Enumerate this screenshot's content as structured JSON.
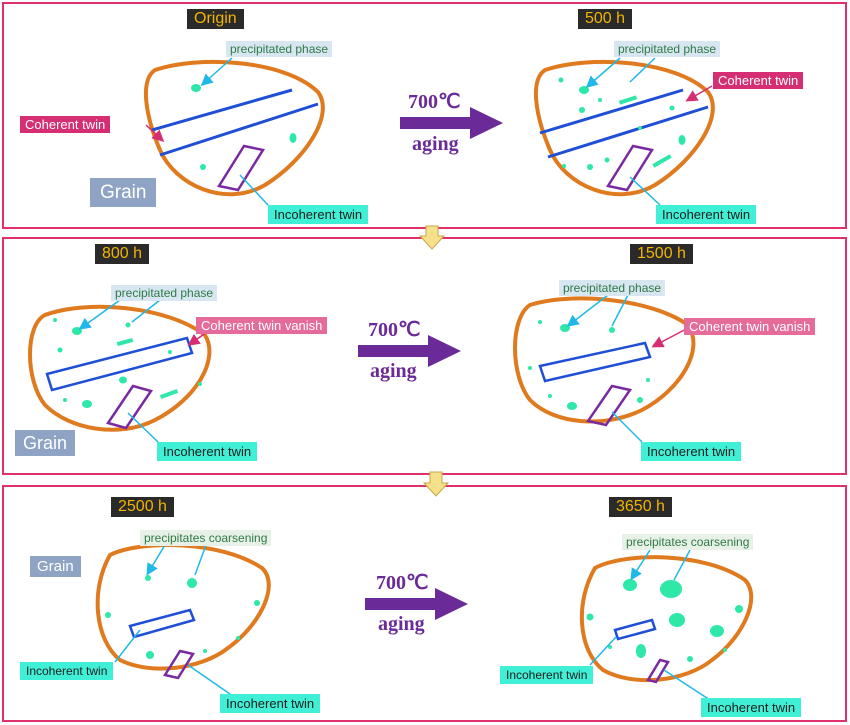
{
  "colors": {
    "panel_border": "#e0316b",
    "grain_outline": "#e07a1f",
    "coherent_twin": "#1f4fd6",
    "incoherent_twin": "#7a2aa0",
    "precipitate": "#2ee8a8",
    "arrow": "#6a2a98",
    "down_arrow": "#f6e08a"
  },
  "process": {
    "temperature": "700℃",
    "treatment": "aging"
  },
  "labels": {
    "precipitated_phase": "precipitated phase",
    "precipitates_coarsening": "precipitates coarsening",
    "coherent_twin": "Coherent twin",
    "coherent_twin_vanish": "Coherent twin vanish",
    "incoherent_twin": "Incoherent twin",
    "grain": "Grain"
  },
  "stages": [
    {
      "time": "Origin"
    },
    {
      "time": "500 h"
    },
    {
      "time": "800 h"
    },
    {
      "time": "1500 h"
    },
    {
      "time": "2500 h"
    },
    {
      "time": "3650 h"
    }
  ]
}
